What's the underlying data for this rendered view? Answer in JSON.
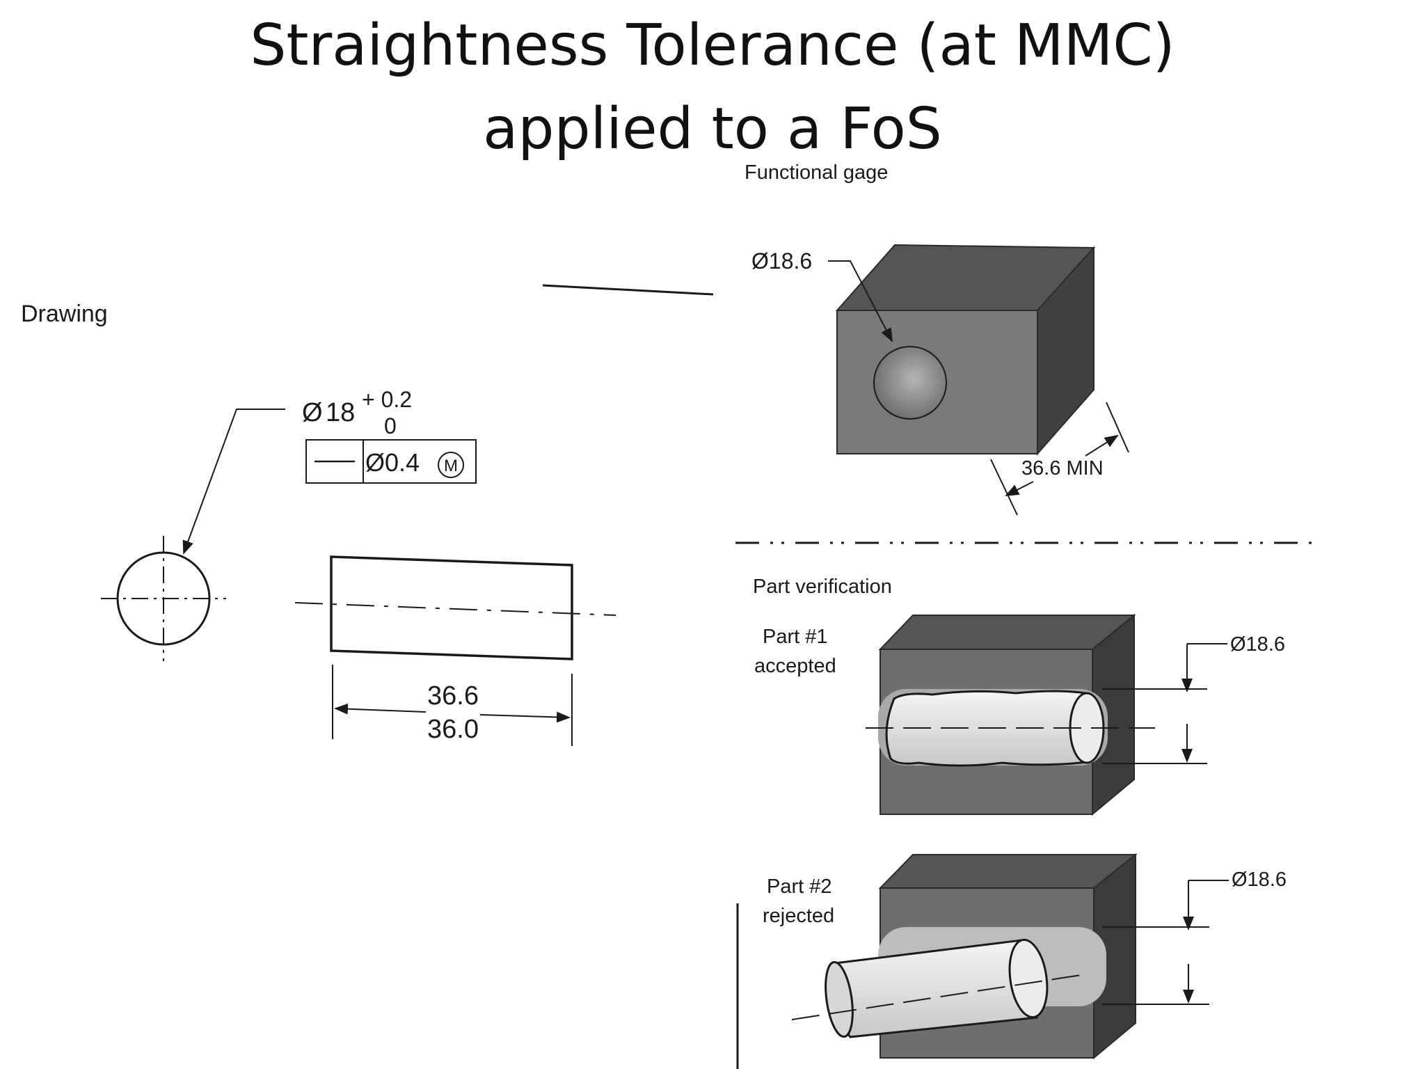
{
  "title": {
    "line1": "Straightness Tolerance (at MMC)",
    "line2": "applied to a FoS"
  },
  "drawing": {
    "label": "Drawing",
    "size_symbol": "Ø",
    "size_nominal": "18",
    "tol_upper": "+ 0.2",
    "tol_lower": "0",
    "fcf_tolerance": "Ø0.4",
    "fcf_modifier": "M",
    "length_max": "36.6",
    "length_min": "36.0"
  },
  "gage": {
    "label": "Functional gage",
    "bore_dim": "Ø18.6",
    "length_dim": "36.6 MIN"
  },
  "verification": {
    "label": "Part verification",
    "part1_line1": "Part #1",
    "part1_line2": "accepted",
    "part1_dim": "Ø18.6",
    "part2_line1": "Part #2",
    "part2_line2": "rejected",
    "part2_dim": "Ø18.6"
  },
  "colors": {
    "block_front": "#6e6e6e",
    "block_top": "#4a4a4a",
    "block_side": "#3d3d3d",
    "part_fill": "#e4e4e4",
    "line": "#1a1a1a"
  }
}
